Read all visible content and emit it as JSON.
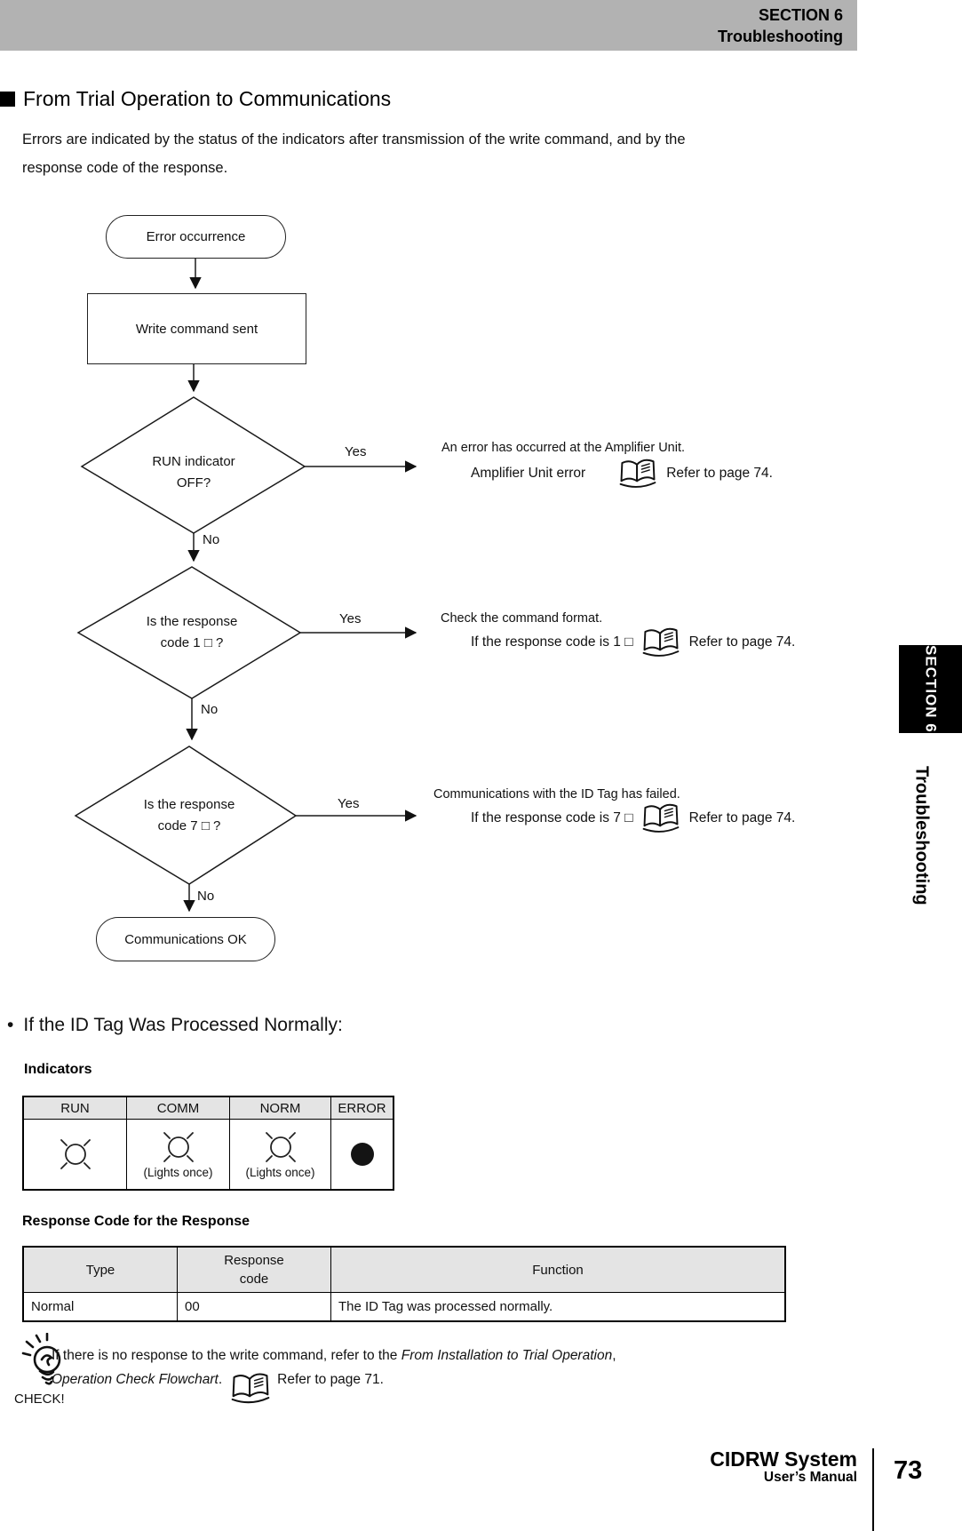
{
  "header": {
    "section": "SECTION 6",
    "chapter": "Troubleshooting"
  },
  "page": {
    "title": "From Trial Operation to Communications",
    "intro_line1": "Errors are indicated by the status of the indicators after transmission of the write command, and by the",
    "intro_line2": "response code of the response."
  },
  "flowchart": {
    "start": "Error occurrence",
    "step": "Write command sent",
    "yes": "Yes",
    "no": "No",
    "d1_line1": "RUN indicator",
    "d1_line2": "OFF?",
    "d2_line1": "Is the response",
    "d2_line2": "code 1 □ ?",
    "d3_line1": "Is the response",
    "d3_line2": "code 7 □ ?",
    "end": "Communications OK",
    "b1_note": "An error has occurred at the Amplifier Unit.",
    "b1_detail": "Amplifier Unit error",
    "b1_refer": "Refer to page 74.",
    "b2_note": "Check the command format.",
    "b2_detail": "If the response code is 1 □",
    "b2_refer": "Refer to page 74.",
    "b3_note": "Communications with the ID Tag has failed.",
    "b3_detail": "If the response code is 7 □",
    "b3_refer": "Refer to page 74."
  },
  "sidebar": {
    "tab": "SECTION 6",
    "label": "Troubleshooting"
  },
  "normal_section": {
    "bullet": "•",
    "title": "If the ID Tag Was Processed Normally:"
  },
  "indicators": {
    "heading": "Indicators",
    "columns": [
      "RUN",
      "COMM",
      "NORM",
      "ERROR"
    ],
    "captions": {
      "comm": "(Lights once)",
      "norm": "(Lights once)"
    },
    "icons": [
      "lamp-lit",
      "lamp-lit-once",
      "lamp-lit-once",
      "off-filled-circle"
    ]
  },
  "response": {
    "heading": "Response Code for the Response",
    "col_type": "Type",
    "col_code_line1": "Response",
    "col_code_line2": "code",
    "col_function": "Function",
    "row": {
      "type": "Normal",
      "code": "00",
      "function": "The ID Tag was processed normally."
    }
  },
  "check_note": {
    "label": "CHECK!",
    "line1_text": "If there is no response to the write command, refer to the ",
    "line1_italic": "From Installation to Trial Operation",
    "line1_tail": ",",
    "line2_italic": "Operation Check Flowchart",
    "line2_tail": ".",
    "refer": "Refer to page 71."
  },
  "footer": {
    "product": "CIDRW System",
    "manual": "User’s Manual",
    "page": "73"
  },
  "colors": {
    "header_bar": "#b2b2b2",
    "table_header_bg": "#e4e4e4",
    "tab_bg": "#000000"
  }
}
